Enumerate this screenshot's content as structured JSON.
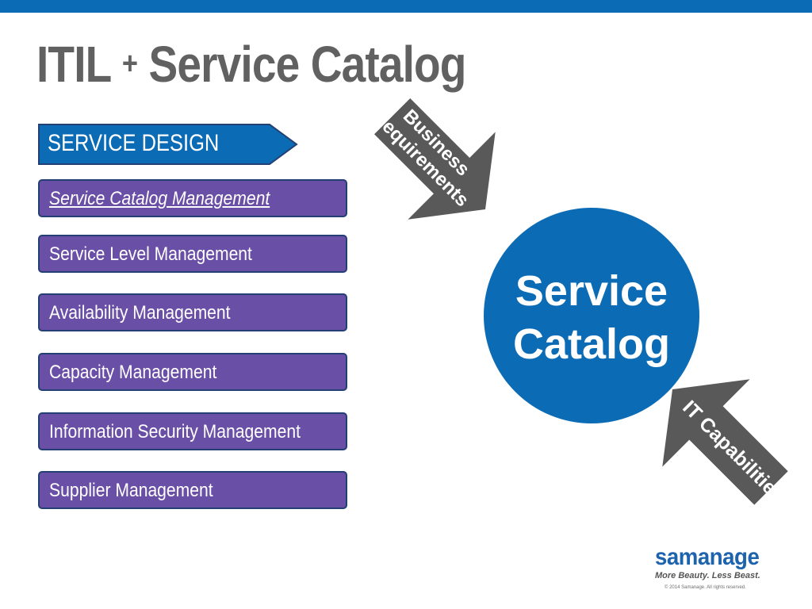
{
  "title": {
    "prefix": "ITIL",
    "plus": "+",
    "rest": "Service Catalog"
  },
  "section": {
    "label": "SERVICE DESIGN"
  },
  "processes": [
    {
      "label": "Service Catalog Management",
      "active": true
    },
    {
      "label": "Service Level Management",
      "active": false
    },
    {
      "label": "Availability Management",
      "active": false
    },
    {
      "label": "Capacity Management",
      "active": false
    },
    {
      "label": "Information Security Management",
      "active": false
    },
    {
      "label": "Supplier Management",
      "active": false
    }
  ],
  "diagram": {
    "center_line1": "Service",
    "center_line2": "Catalog",
    "input_arrow_line1": "Business",
    "input_arrow_line2": "Requirements",
    "output_arrow_label": "IT Capabilities"
  },
  "footer": {
    "logo": "samanage",
    "tagline": "More Beauty. Less Beast.",
    "copyright": "© 2014 Samanage. All rights reserved."
  },
  "colors": {
    "accent_blue": "#0b6bb5",
    "process_purple": "#6a4fa6",
    "arrow_gray": "#595959",
    "title_gray": "#616161"
  }
}
